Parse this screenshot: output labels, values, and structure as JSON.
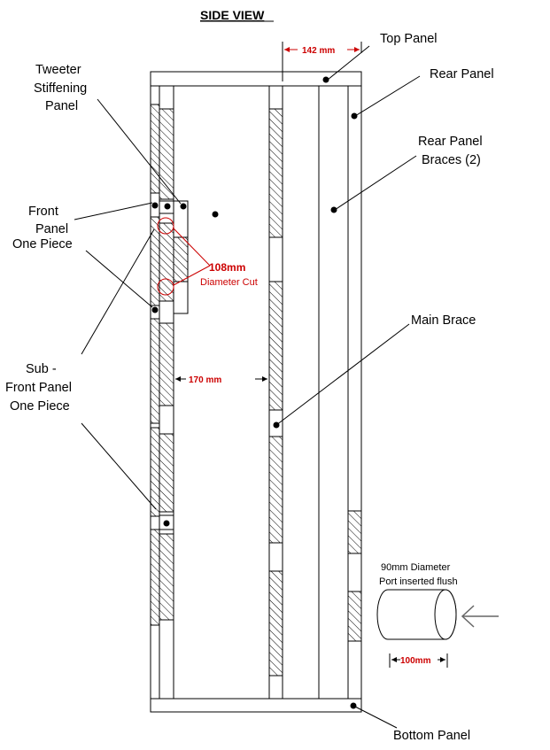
{
  "title": "SIDE VIEW",
  "labels": {
    "top_panel": "Top Panel",
    "rear_panel": "Rear Panel",
    "rear_braces_line1": "Rear Panel",
    "rear_braces_line2": "Braces (2)",
    "tweeter_line1": "Tweeter",
    "tweeter_line2": "Stiffening",
    "tweeter_line3": "Panel",
    "front_line1": "Front",
    "front_line2": "Panel",
    "front_line3": "One Piece",
    "sub_line1": "Sub -",
    "sub_line2": "Front  Panel",
    "sub_line3": "One Piece",
    "main_brace": "Main Brace",
    "bottom_panel": "Bottom Panel",
    "port_line1": "90mm Diameter",
    "port_line2": "Port inserted flush"
  },
  "dimensions": {
    "top_width": "142 mm",
    "inner_width": "170 mm",
    "cut_size": "108mm",
    "cut_desc": "Diameter Cut",
    "port_length": "100mm"
  },
  "colors": {
    "line": "#000000",
    "accent": "#cc0000",
    "arrow": "#666666"
  }
}
